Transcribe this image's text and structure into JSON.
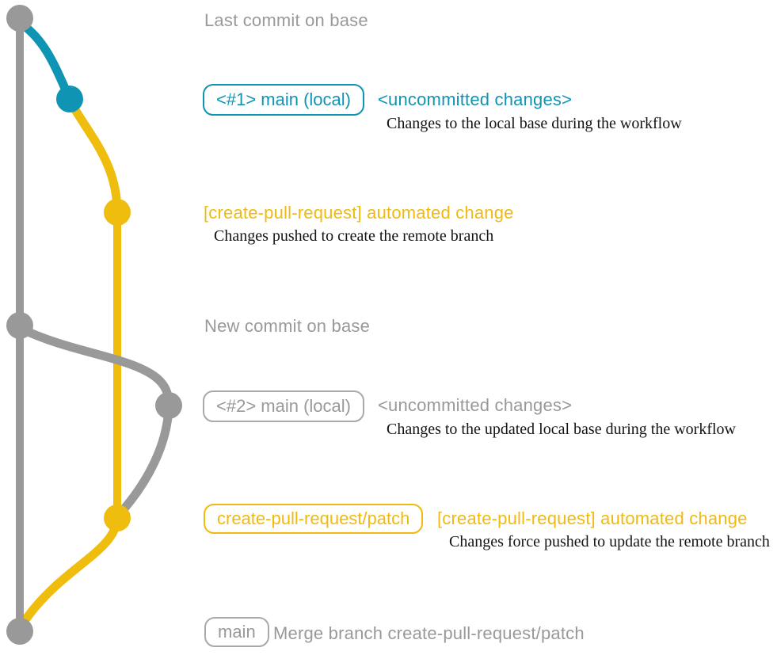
{
  "colors": {
    "gray": "#999999",
    "gray_border": "#a9a9a9",
    "teal": "#1094b4",
    "yellow": "#eebd0e",
    "yellow_text": "#f0ba10",
    "note_text": "#141414",
    "background": "#ffffff"
  },
  "graph": {
    "branches": [
      {
        "name": "base",
        "color_key": "gray"
      },
      {
        "name": "main (local)",
        "color_key": "teal"
      },
      {
        "name": "create-pull-request/patch",
        "color_key": "yellow"
      }
    ],
    "nodes": [
      {
        "id": "last-commit-on-base",
        "color_key": "gray"
      },
      {
        "id": "local-main-1",
        "color_key": "teal"
      },
      {
        "id": "automated-change-1",
        "color_key": "yellow"
      },
      {
        "id": "new-commit-on-base",
        "color_key": "gray"
      },
      {
        "id": "local-main-2",
        "color_key": "gray"
      },
      {
        "id": "automated-change-2",
        "color_key": "yellow"
      },
      {
        "id": "merge-commit",
        "color_key": "gray"
      }
    ]
  },
  "rows": {
    "last_commit": {
      "text": "Last commit on base"
    },
    "row1": {
      "branch_label": "<#1> main (local)",
      "status": "<uncommitted changes>",
      "note": "Changes to the local base during the workflow"
    },
    "row2": {
      "title": "[create-pull-request] automated change",
      "note": "Changes pushed to create the remote branch"
    },
    "new_commit": {
      "text": "New commit on base"
    },
    "row3": {
      "branch_label": "<#2> main (local)",
      "status": "<uncommitted changes>",
      "note": "Changes to the updated local base during the workflow"
    },
    "row4": {
      "branch_label": "create-pull-request/patch",
      "title": "[create-pull-request] automated change",
      "note": "Changes force pushed to update the remote branch"
    },
    "merge": {
      "branch_label": "main",
      "text": "Merge branch create-pull-request/patch"
    }
  }
}
